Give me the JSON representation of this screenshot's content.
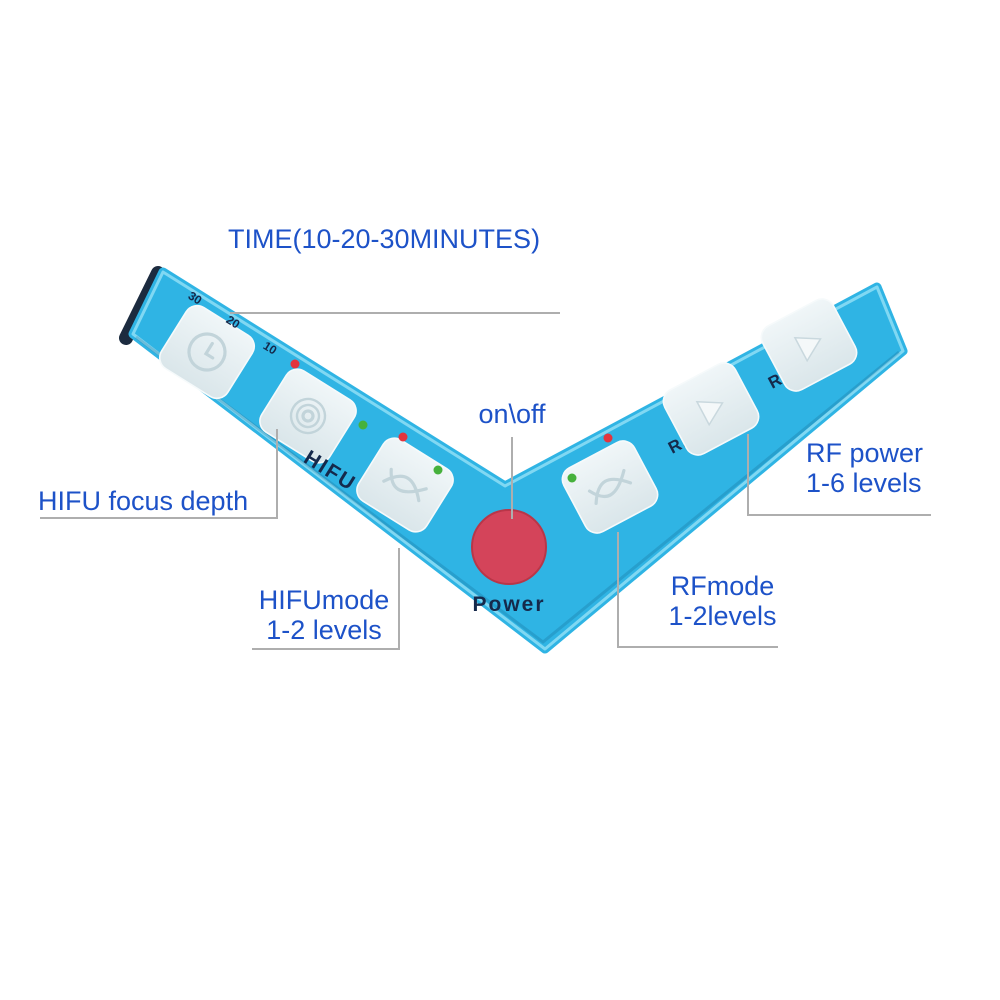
{
  "annotations": {
    "time": "TIME(10-20-30MINUTES)",
    "onoff": "on\\off",
    "hifu_focus": "HIFU focus depth",
    "hifu_mode_line1": "HIFUmode",
    "hifu_mode_line2": "1-2 levels",
    "rf_mode_line1": "RFmode",
    "rf_mode_line2": "1-2levels",
    "rf_power_line1": "RF power",
    "rf_power_line2": "1-6 levels"
  },
  "panel": {
    "labels": {
      "hifu": "HIFU",
      "power": "Power",
      "rf_1": "R.F",
      "rf_2": "R.F"
    },
    "time_marks": [
      "30",
      "20",
      "10"
    ]
  },
  "colors": {
    "panel_blue": "#2fb4e4",
    "panel_edge_light": "#8adcf4",
    "power_red": "#d4445a",
    "label_navy": "#15294b",
    "annotation_blue": "#1d52c8",
    "callout_gray": "#aeaeae",
    "led_red": "#e3343e",
    "led_green": "#46b13c",
    "button_face": "#e3edf0"
  }
}
